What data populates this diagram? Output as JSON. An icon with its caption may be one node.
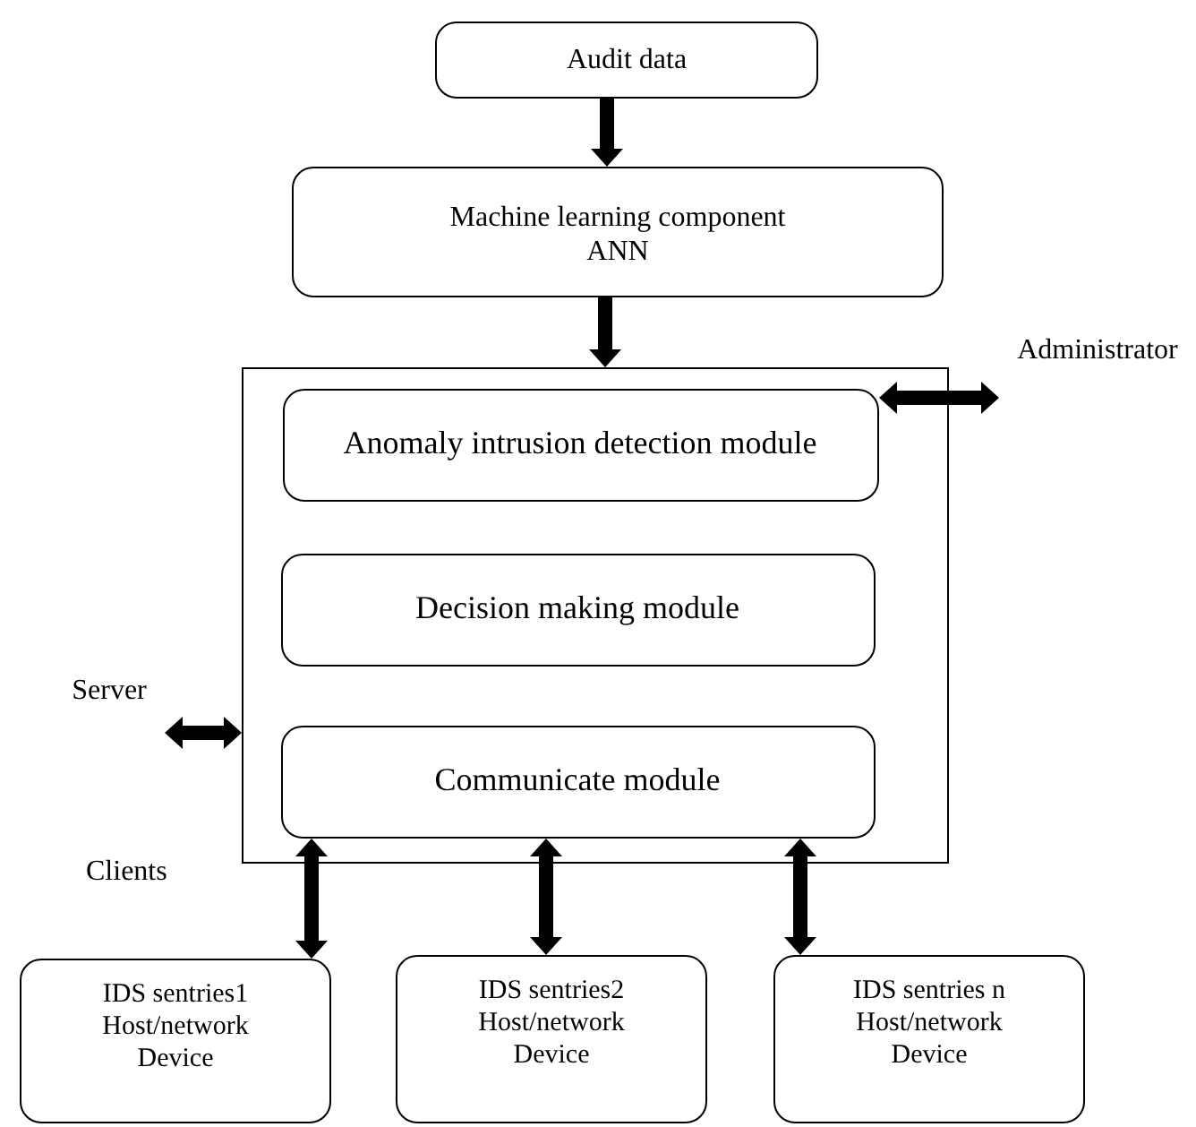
{
  "diagram": {
    "nodes": [
      {
        "text": [
          "Audit data"
        ]
      },
      {
        "text": [
          "Machine learning component",
          "ANN"
        ]
      },
      {
        "text": [],
        "shape": "box"
      },
      {
        "text": [
          "Anomaly intrusion detection module"
        ],
        "in": 2
      },
      {
        "text": [
          "Decision making module"
        ],
        "in": 2
      },
      {
        "text": [
          "Communicate module"
        ],
        "in": 2
      },
      {
        "text": [
          "Administrator"
        ]
      },
      {
        "text": [
          "Server"
        ]
      },
      {
        "text": [
          "IDS sentries1",
          "Host/network Device"
        ]
      },
      {
        "text": [
          "IDS sentries2",
          "Host/network Device"
        ]
      },
      {
        "text": [
          "IDS sentries n",
          "Host/network Device"
        ]
      }
    ],
    "edges": [
      {
        "from": 0,
        "to": 1,
        "arrow": "to"
      },
      {
        "from": 1,
        "to": 2,
        "arrow": "to"
      },
      {
        "from": 3,
        "to": 6,
        "arrow": "both"
      },
      {
        "from": 7,
        "to": 2,
        "arrow": "both"
      },
      {
        "from": 5,
        "to": 8,
        "arrow": "both"
      },
      {
        "from": 5,
        "to": 9,
        "arrow": "both"
      },
      {
        "from": 5,
        "to": 10,
        "arrow": "both"
      }
    ],
    "labels": [
      "Clients"
    ]
  }
}
